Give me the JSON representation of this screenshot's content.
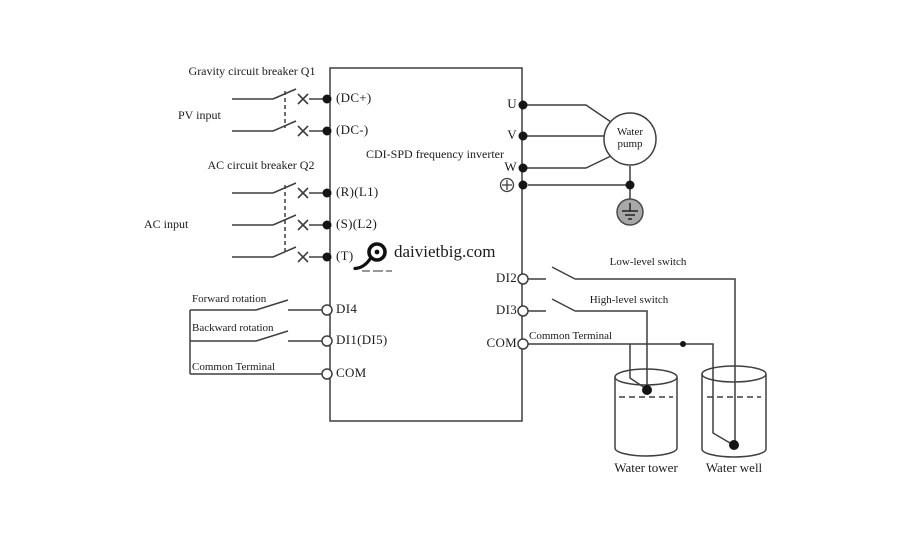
{
  "colors": {
    "line": "#3f3f3f",
    "text": "#1b1b1b",
    "terminal_dot": "#151515",
    "earth_fill": "#a8a8a8"
  },
  "breakers": {
    "gravity_label": "Gravity circuit breaker Q1",
    "ac_label": "AC circuit breaker Q2"
  },
  "inputs": {
    "pv": "PV input",
    "ac": "AC input",
    "forward": "Forward rotation",
    "backward": "Backward rotation",
    "common": "Common Terminal"
  },
  "inverter": {
    "title": "CDI-SPD frequency inverter",
    "left_terminals": {
      "dc_plus": "(DC+)",
      "dc_minus": "(DC-)",
      "r_l1": "(R)(L1)",
      "s_l2": "(S)(L2)",
      "t": "(T)",
      "di4": "DI4",
      "di1": "DI1(DI5)",
      "com": "COM"
    },
    "right_terminals": {
      "u": "U",
      "v": "V",
      "w": "W",
      "di2": "DI2",
      "di3": "DI3",
      "com": "COM"
    }
  },
  "outputs": {
    "pump": "Water pump",
    "low_level": "Low-level switch",
    "high_level": "High-level switch",
    "common": "Common Terminal",
    "tower": "Water tower",
    "well": "Water well"
  },
  "watermark": {
    "text": "daivietbig.com"
  }
}
